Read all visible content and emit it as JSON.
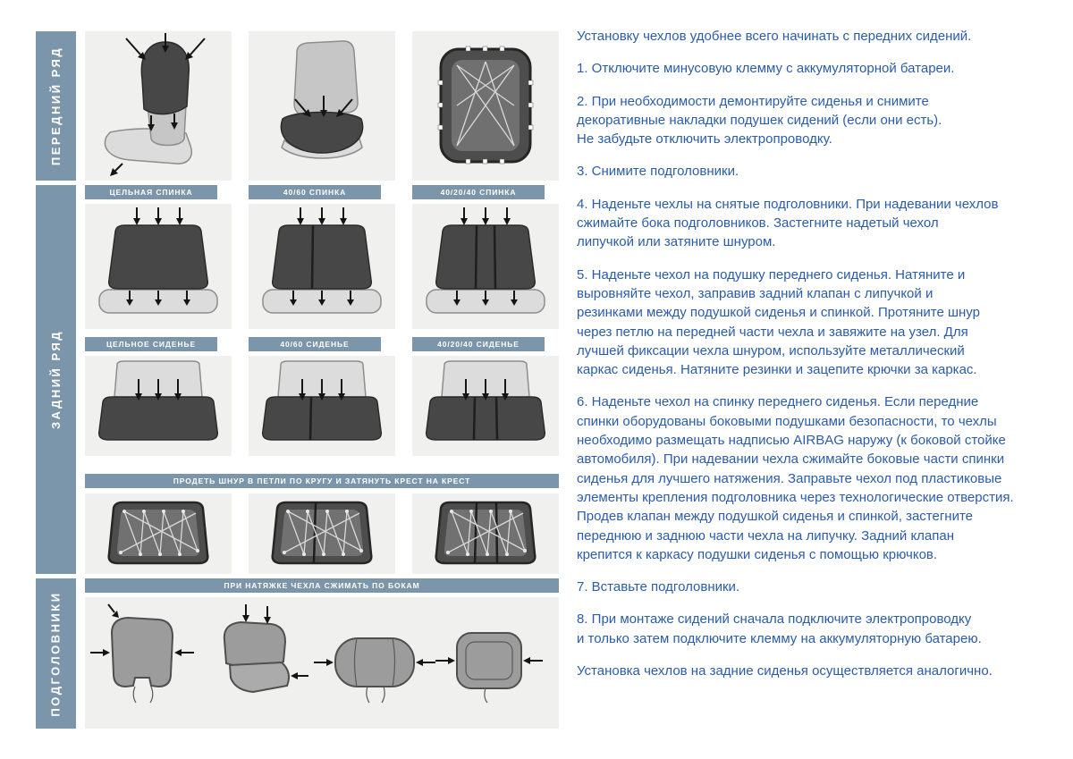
{
  "colors": {
    "bar_blue": "#7b95aa",
    "text_blue": "#2b5ca8",
    "panel_gray": "#f0f0ee",
    "seat_dark": "#474747",
    "seat_light": "#dcdcdc"
  },
  "sections": {
    "front": {
      "label": "ПЕРЕДНИЙ РЯД"
    },
    "rear": {
      "label": "ЗАДНИЙ РЯД",
      "back_types": [
        "ЦЕЛЬНАЯ СПИНКА",
        "40/60 СПИНКА",
        "40/20/40 СПИНКА"
      ],
      "cushion_types": [
        "ЦЕЛЬНОЕ СИДЕНЬЕ",
        "40/60 СИДЕНЬЕ",
        "40/20/40 СИДЕНЬЕ"
      ],
      "lace_note": "ПРОДЕТЬ ШНУР В ПЕТЛИ ПО КРУГУ И ЗАТЯНУТЬ КРЕСТ НА КРЕСТ"
    },
    "headrests": {
      "label": "ПОДГОЛОВНИКИ",
      "note": "ПРИ НАТЯЖКЕ ЧЕХЛА СЖИМАТЬ ПО БОКАМ"
    }
  },
  "illustrations": {
    "front": [
      "front-seat-backrest-cover",
      "front-seat-cushion-cover",
      "front-seat-frame-lacing"
    ],
    "rear_backs": [
      "rear-back-solid",
      "rear-back-40-60",
      "rear-back-40-20-40"
    ],
    "rear_cushions": [
      "rear-cushion-solid",
      "rear-cushion-40-60",
      "rear-cushion-40-20-40"
    ],
    "rear_frames": [
      "rear-frame-lacing-1",
      "rear-frame-lacing-2",
      "rear-frame-lacing-3"
    ],
    "headrests": [
      "headrest-squeeze",
      "headrest-cover-fold",
      "headrest-cylinder",
      "headrest-pillow"
    ]
  },
  "instructions": {
    "intro": "Установку чехлов удобнее всего начинать с передних сидений.",
    "steps": [
      "1. Отключите минусовую клемму с аккумуляторной батареи.",
      "2. При необходимости демонтируйте сиденья и снимите\nдекоративные накладки подушек сидений (если они есть).\nНе забудьте отключить электропроводку.",
      "3. Снимите подголовники.",
      "4. Наденьте чехлы на снятые подголовники. При надевании чехлов\nсжимайте бока подголовников. Застегните надетый чехол\nлипучкой или затяните шнуром.",
      "5. Наденьте чехол на подушку переднего сиденья. Натяните и\nвыровняйте чехол, заправив задний клапан с липучкой и\nрезинками между подушкой сиденья и спинкой. Протяните шнур\nчерез петлю на передней части чехла и завяжите на узел. Для\nлучшей фиксации чехла шнуром, используйте металлический\nкаркас сиденья. Натяните резинки и зацепите крючки за каркас.",
      "6. Наденьте чехол на спинку переднего сиденья. Если передние\nспинки оборудованы боковыми подушками безопасности, то чехлы\nнеобходимо размещать надписью AIRBAG наружу (к боковой стойке\nавтомобиля). При надевании чехла сжимайте боковые части спинки\nсиденья для лучшего натяжения. Заправьте чехол под пластиковые\nэлементы крепления подголовника через технологические отверстия.\nПродев клапан между подушкой сиденья и спинкой, застегните\nпереднюю и заднюю части чехла на липучку. Задний клапан\nкрепится к каркасу подушки сиденья с помощью крючков.",
      "7. Вставьте подголовники.",
      "8. При монтаже сидений сначала подключите электропроводку\nи только затем подключите клемму на аккумуляторную батарею."
    ],
    "outro": "Установка чехлов на задние сиденья осуществляется аналогично."
  }
}
